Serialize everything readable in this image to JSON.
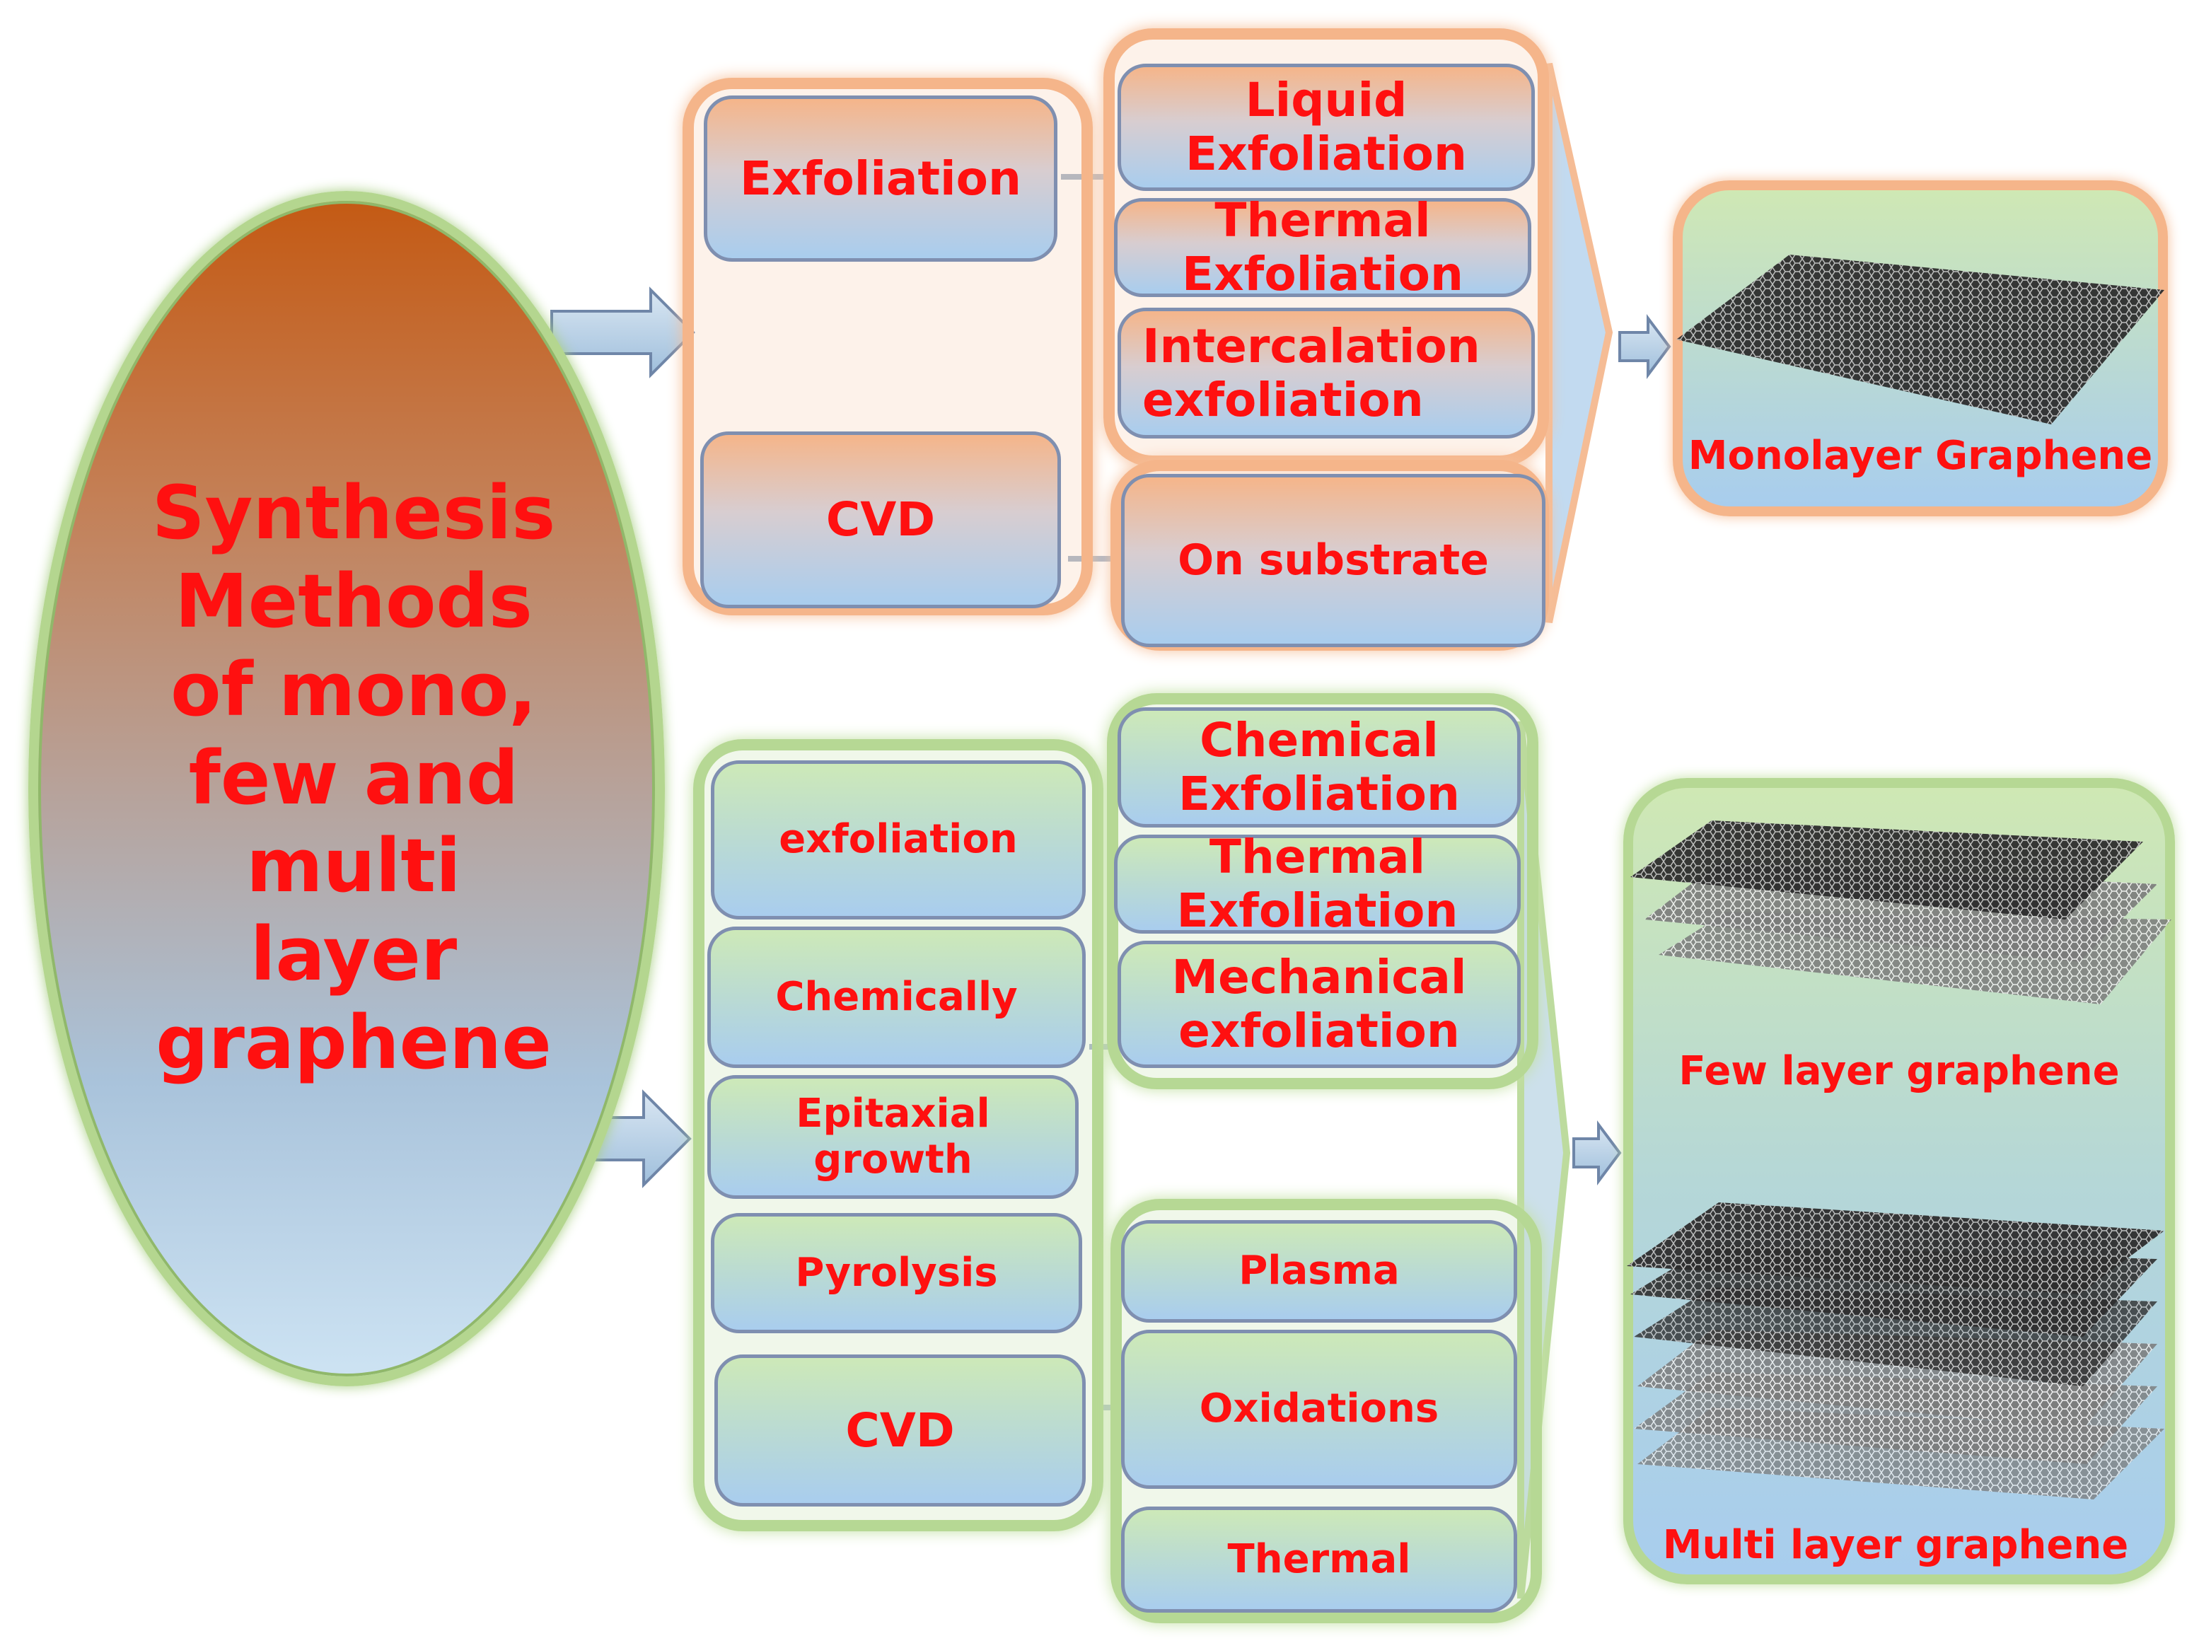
{
  "title": "Synthesis\nMethods\nof mono,\nfew and\nmulti\nlayer\ngraphene",
  "top_group": {
    "methods": [
      "Exfoliation",
      "CVD"
    ],
    "exfoliation_types": [
      "Liquid\nExfoliation",
      "Thermal\nExfoliation",
      "Intercalation\nexfoliation"
    ],
    "cvd_types": [
      "On substrate"
    ],
    "result": "Monolayer Graphene"
  },
  "bottom_group": {
    "methods": [
      "exfoliation",
      "Chemically",
      "Epitaxial growth",
      "Pyrolysis",
      "CVD"
    ],
    "exfoliation_types": [
      "Chemical\nExfoliation",
      "Thermal\nExfoliation",
      "Mechanical\nexfoliation"
    ],
    "cvd_types": [
      "Plasma",
      "Oxidations",
      "Thermal"
    ],
    "results": [
      "Few layer graphene",
      "Multi layer graphene"
    ]
  },
  "colors": {
    "text": "#ff1010",
    "orange_frame": "#f5b58a",
    "green_frame": "#b6d894",
    "box_border": "#7f8fb0"
  }
}
